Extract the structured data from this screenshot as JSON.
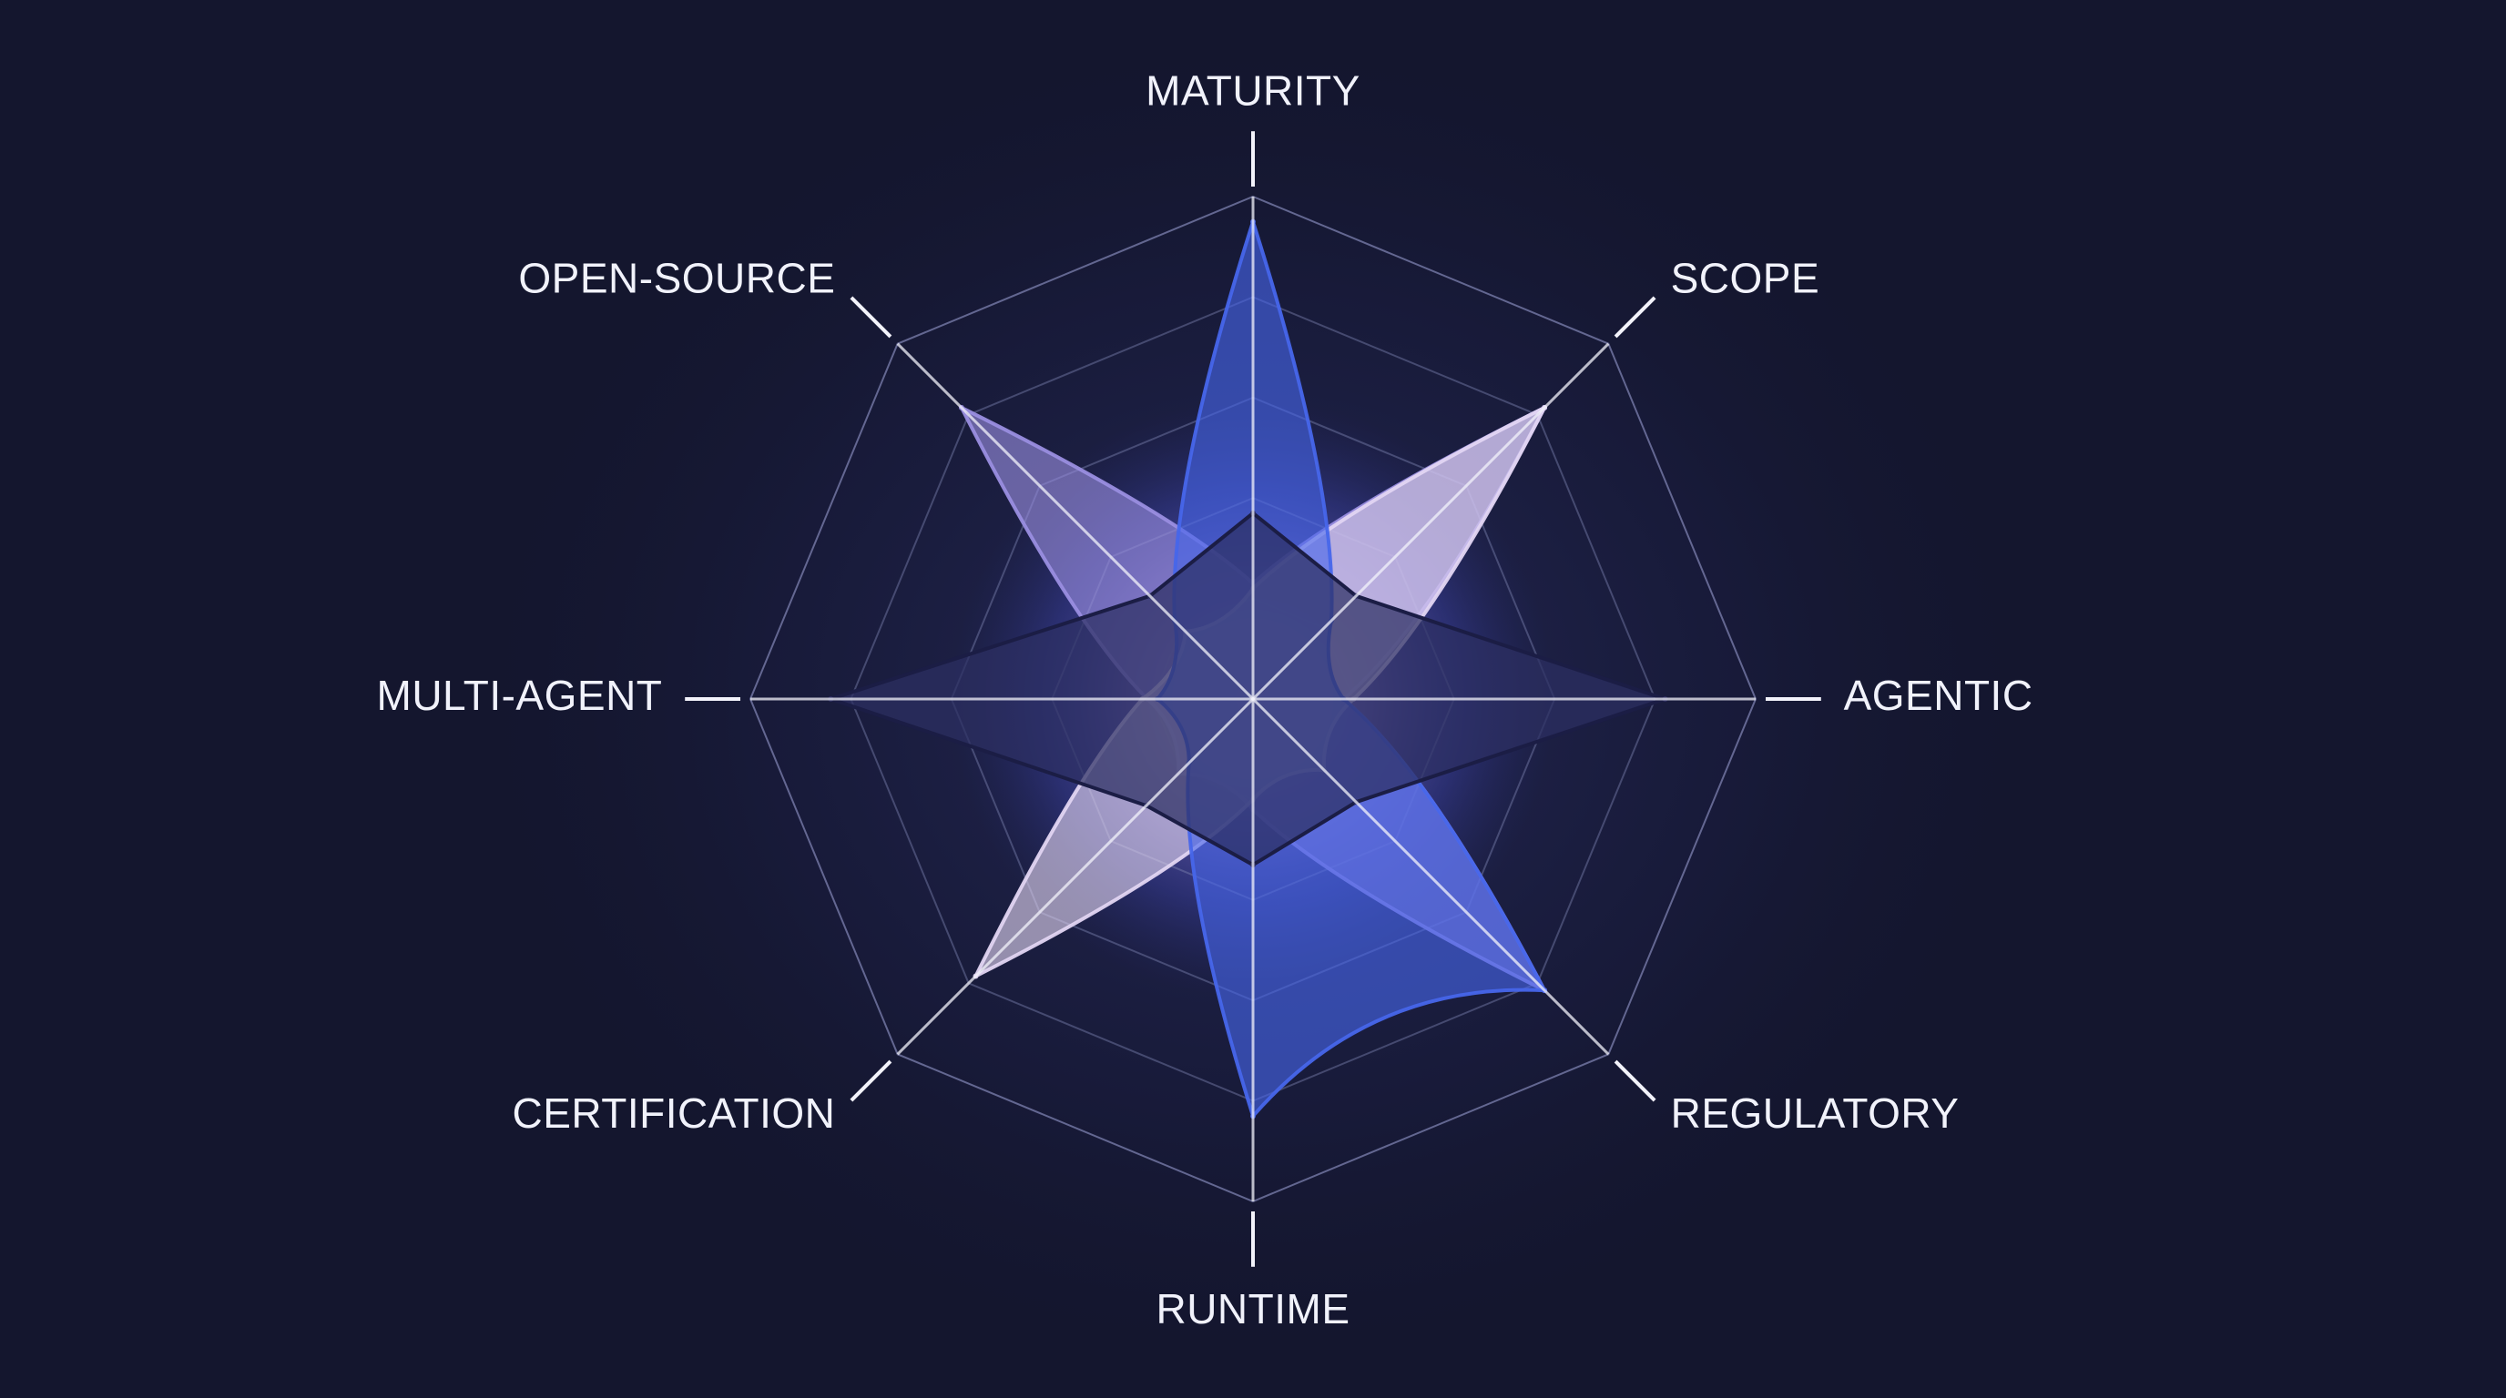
{
  "chart_data": {
    "type": "radar",
    "axes": [
      "MATURITY",
      "SCOPE",
      "AGENTIC",
      "REGULATORY",
      "RUNTIME",
      "CERTIFICATION",
      "MULTI-AGENT",
      "OPEN-SOURCE"
    ],
    "rlim": [
      0,
      1
    ],
    "grid_rings": 5,
    "grid": true,
    "legend": "none",
    "series": [
      {
        "values": [
          0.23,
          0.82,
          0.18,
          0.82,
          0.22,
          0.21,
          0.21,
          0.82
        ],
        "color": "#9a8ee0",
        "style": "star"
      },
      {
        "values": [
          0.22,
          0.82,
          0.2,
          0.2,
          0.2,
          0.78,
          0.22,
          0.19
        ],
        "color": "#e2d5f2",
        "style": "star"
      },
      {
        "values": [
          0.95,
          0.22,
          0.18,
          0.82,
          0.83,
          0.18,
          0.19,
          0.22
        ],
        "color": "#4766ea",
        "style": "star"
      },
      {
        "values": [
          0.37,
          0.29,
          0.82,
          0.29,
          0.33,
          0.3,
          0.84,
          0.29
        ],
        "color": "#2d2f62",
        "style": "rhombus"
      }
    ]
  },
  "colors": {
    "background": "#14162e",
    "grid": "#7d82b0",
    "axis": "#f3f3fb",
    "label": "#f1f2fb"
  }
}
